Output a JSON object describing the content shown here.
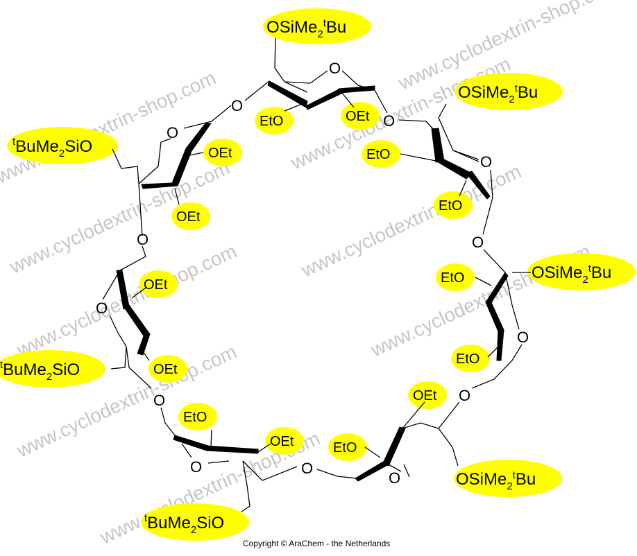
{
  "watermark": "www.cyclodextrin-shop.com",
  "copyright": "Copyright © AraChem - the Netherlands",
  "colors": {
    "highlight": "#ffff00",
    "watermark": "#c6c6c6",
    "bond": "#000000"
  },
  "atoms": {
    "ring_oxygen": "O",
    "bridge_oxygen": "O"
  },
  "substituents": {
    "oet": "OEt",
    "eto": "EtO",
    "silyl_right": {
      "o": "O",
      "si": "Si",
      "me": "Me",
      "n": "2",
      "t": "t",
      "bu": "Bu"
    },
    "silyl_left": {
      "t": "t",
      "bu": "Bu",
      "me": "Me",
      "n": "2",
      "sio": "SiO"
    }
  }
}
